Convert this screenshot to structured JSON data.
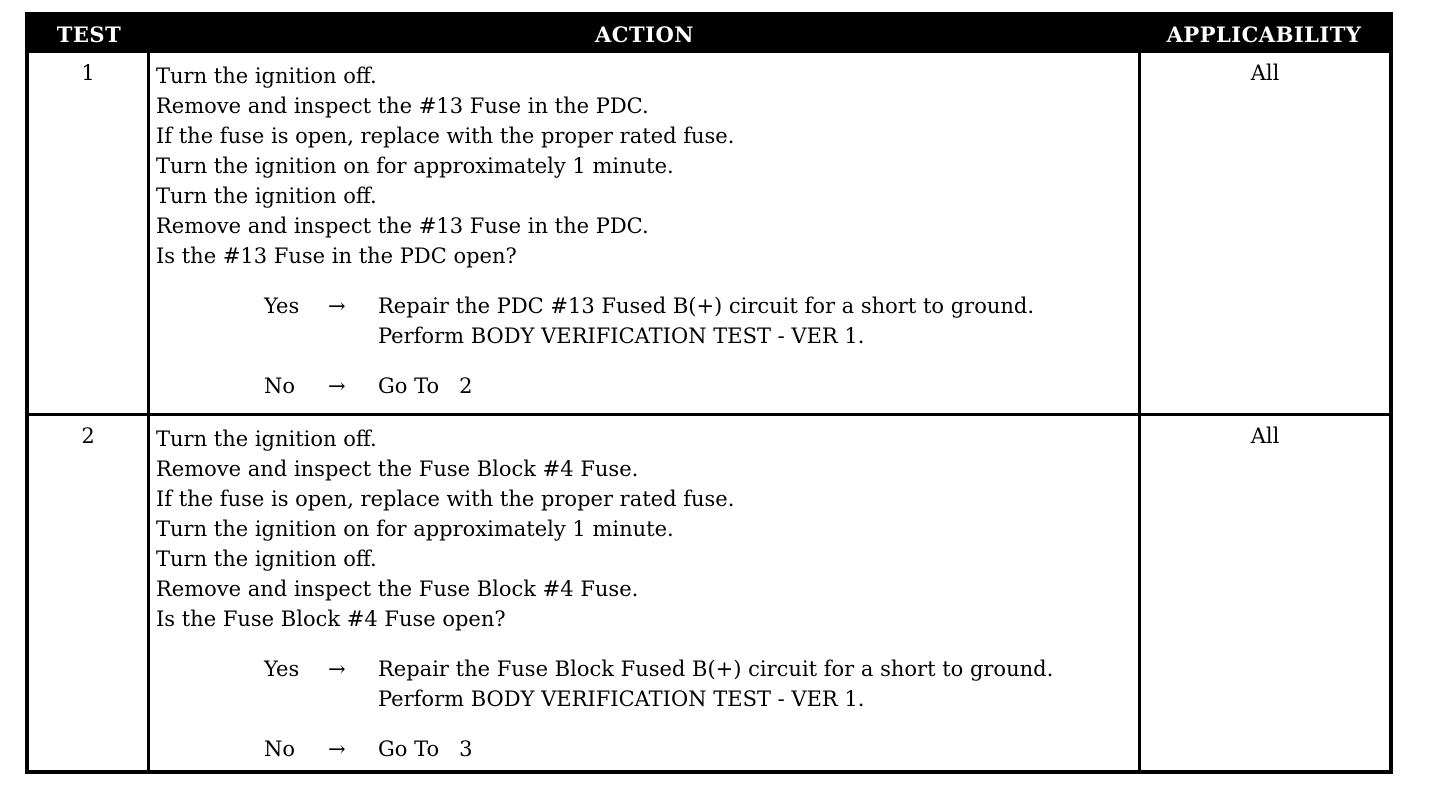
{
  "table": {
    "headers": {
      "test": "TEST",
      "action": "ACTION",
      "applicability": "APPLICABILITY"
    },
    "rows": [
      {
        "test": "1",
        "applicability": "All",
        "steps": [
          "Turn the ignition off.",
          "Remove and inspect the #13 Fuse in the PDC.",
          "If the fuse is open, replace with the proper rated fuse.",
          "Turn the ignition on for approximately 1 minute.",
          "Turn the ignition off.",
          "Remove and inspect the #13 Fuse in the PDC.",
          "Is the #13 Fuse in the PDC open?"
        ],
        "yes": {
          "label": "Yes",
          "arrow": "→",
          "text": "Repair the PDC #13 Fused B(+) circuit for a short to ground.",
          "text2": "Perform BODY VERIFICATION TEST - VER 1."
        },
        "no": {
          "label": "No",
          "arrow": "→",
          "text": "Go To   2"
        }
      },
      {
        "test": "2",
        "applicability": "All",
        "steps": [
          "Turn the ignition off.",
          "Remove and inspect the Fuse Block #4 Fuse.",
          "If the fuse is open, replace with the proper rated fuse.",
          "Turn the ignition on for approximately 1 minute.",
          "Turn the ignition off.",
          "Remove and inspect the Fuse Block #4 Fuse.",
          "Is the Fuse Block #4 Fuse open?"
        ],
        "yes": {
          "label": "Yes",
          "arrow": "→",
          "text": "Repair the Fuse Block Fused B(+) circuit for a short to ground.",
          "text2": "Perform BODY VERIFICATION TEST - VER 1."
        },
        "no": {
          "label": "No",
          "arrow": "→",
          "text": "Go To   3"
        }
      }
    ]
  }
}
